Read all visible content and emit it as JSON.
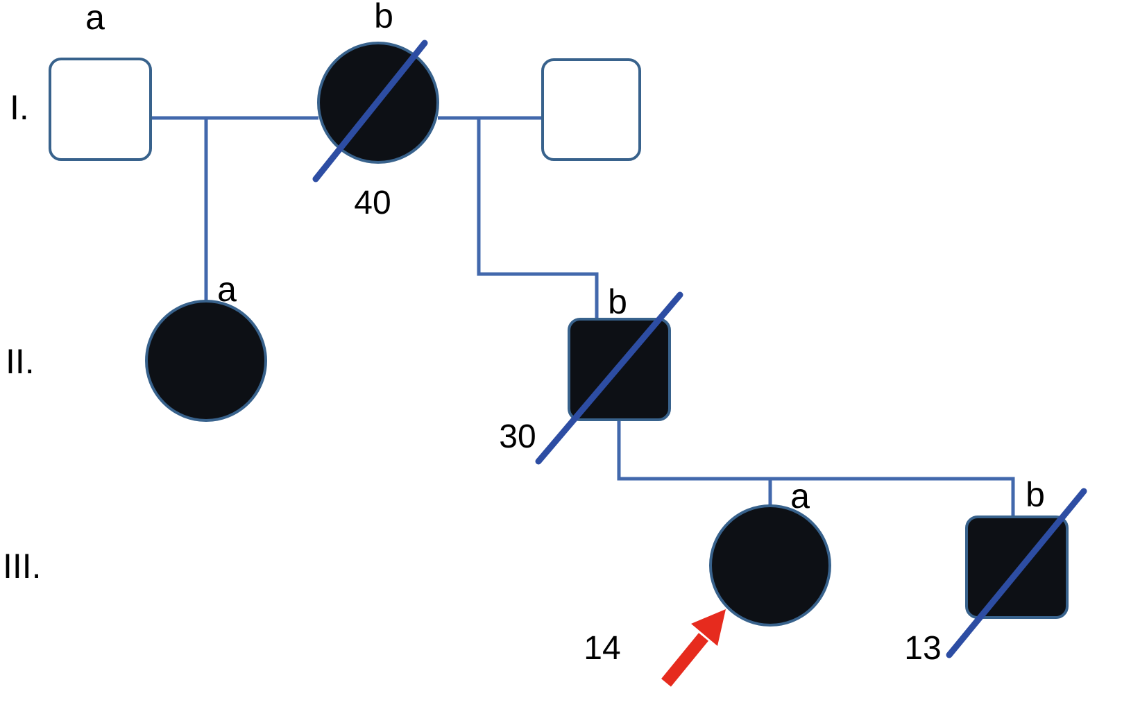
{
  "diagram": {
    "type": "pedigree-chart",
    "colors": {
      "line": "#4268ac",
      "shape_fill": "#0d1015",
      "shape_stroke": "#38628c",
      "slash": "#2d4da3",
      "arrow": "#e62b1e",
      "text": "#000000",
      "background": "#ffffff"
    },
    "generations": [
      {
        "label": "I."
      },
      {
        "label": "II."
      },
      {
        "label": "III."
      }
    ],
    "persons": [
      {
        "id": "I-1",
        "symbol": "square",
        "sex": "male",
        "affected": false,
        "deceased": false,
        "proband": false,
        "label": "a",
        "age": ""
      },
      {
        "id": "I-2",
        "symbol": "circle",
        "sex": "female",
        "affected": true,
        "deceased": true,
        "proband": false,
        "label": "b",
        "age": "40"
      },
      {
        "id": "I-3",
        "symbol": "square",
        "sex": "male",
        "affected": false,
        "deceased": false,
        "proband": false,
        "label": "",
        "age": ""
      },
      {
        "id": "II-1",
        "symbol": "circle",
        "sex": "female",
        "affected": true,
        "deceased": false,
        "proband": false,
        "label": "a",
        "age": ""
      },
      {
        "id": "II-2",
        "symbol": "square",
        "sex": "male",
        "affected": true,
        "deceased": true,
        "proband": false,
        "label": "b",
        "age": "30"
      },
      {
        "id": "III-1",
        "symbol": "circle",
        "sex": "female",
        "affected": true,
        "deceased": false,
        "proband": true,
        "label": "a",
        "age": "14"
      },
      {
        "id": "III-2",
        "symbol": "square",
        "sex": "male",
        "affected": true,
        "deceased": true,
        "proband": false,
        "label": "b",
        "age": "13"
      }
    ]
  }
}
